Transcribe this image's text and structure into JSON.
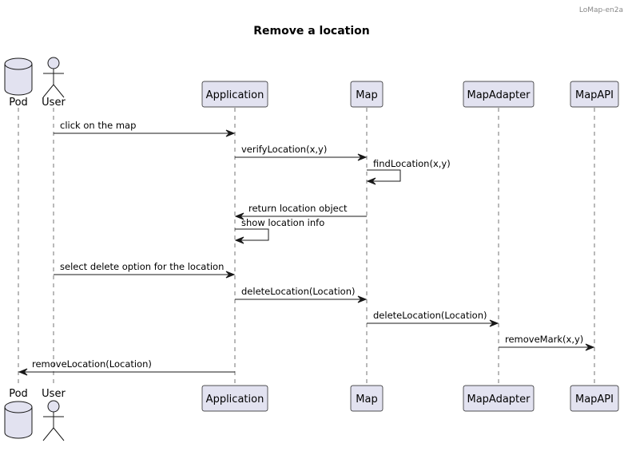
{
  "watermark": "LoMap-en2a",
  "title": "Remove a location",
  "participants": [
    {
      "id": "pod",
      "label": "Pod",
      "kind": "database"
    },
    {
      "id": "user",
      "label": "User",
      "kind": "actor"
    },
    {
      "id": "application",
      "label": "Application",
      "kind": "participant"
    },
    {
      "id": "map",
      "label": "Map",
      "kind": "participant"
    },
    {
      "id": "mapadapter",
      "label": "MapAdapter",
      "kind": "participant"
    },
    {
      "id": "mapapi",
      "label": "MapAPI",
      "kind": "participant"
    }
  ],
  "messages": [
    {
      "from": "user",
      "to": "application",
      "label": "click on the map"
    },
    {
      "from": "application",
      "to": "map",
      "label": "verifyLocation(x,y)"
    },
    {
      "from": "map",
      "to": "map",
      "label": "findLocation(x,y)"
    },
    {
      "from": "map",
      "to": "application",
      "label": "return location object"
    },
    {
      "from": "application",
      "to": "application",
      "label": "show location info"
    },
    {
      "from": "user",
      "to": "application",
      "label": "select delete option for the location"
    },
    {
      "from": "application",
      "to": "map",
      "label": "deleteLocation(Location)"
    },
    {
      "from": "map",
      "to": "mapadapter",
      "label": "deleteLocation(Location)"
    },
    {
      "from": "mapadapter",
      "to": "mapapi",
      "label": "removeMark(x,y)"
    },
    {
      "from": "application",
      "to": "pod",
      "label": "removeLocation(Location)"
    }
  ]
}
